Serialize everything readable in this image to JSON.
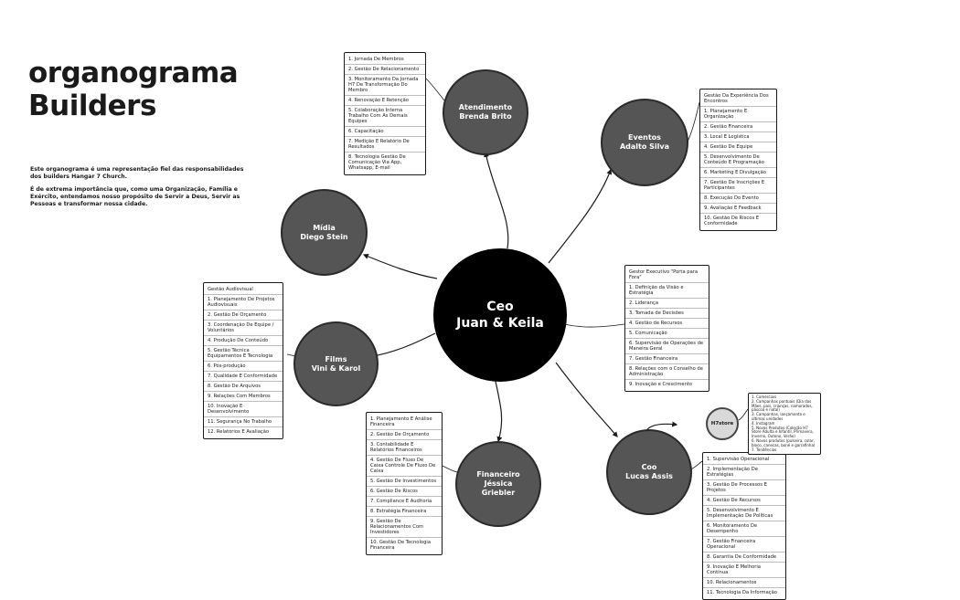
{
  "title": [
    "organograma",
    "Builders"
  ],
  "description": [
    "Este organograma é uma representação fiel das responsabilidades dos builders Hangar 7 Church.",
    "É de extrema importância que, como uma Organização, Família e Exército, entendamos nosso propósito de Servir a Deus, Servir as Pessoas e transformar nossa cidade."
  ],
  "nodes": {
    "ceo": [
      "Ceo",
      "Juan & Keila"
    ],
    "atendimento": [
      "Atendimento",
      "Brenda Brito"
    ],
    "eventos": [
      "Eventos",
      "Adalto Silva"
    ],
    "midia": [
      "Mídia",
      "Diego Stein"
    ],
    "films": [
      "Films",
      "Vini & Karol"
    ],
    "financeiro": [
      "Financeiro",
      "Jéssica",
      "Griebler"
    ],
    "coo": [
      "Coo",
      "Lucas Assis"
    ],
    "h7store": "H7store"
  },
  "lists": {
    "atendimento": [
      "1. Jornada De Membros",
      "2. Gestão De Relacionamento",
      "3. Monitoramento Da Jornada H7 De Transformação Do Membro",
      "4. Renovação E Retenção",
      "5. Colaboração Interna Trabalho Com As Demais Equipes",
      "6. Capacitação",
      "7. Medição E Relatório De Resultados",
      "8. Tecnologia Gestão De Comunicação Via App, Whatsapp, E-mail"
    ],
    "eventos_header": "Gestão Da Experiência Dos Encontros",
    "eventos": [
      "1. Planejamento E Organização",
      "2. Gestão Financeira",
      "3. Local E Logística",
      "4. Gestão De Equipe",
      "5. Desenvolvimento De Conteúdo E Programação",
      "6. Marketing E Divulgação",
      "7. Gestão De Inscrições E Participantes",
      "8. Execução Do Evento",
      "9. Avaliação E Feedback",
      "10. Gestão De Riscos E Conformidade"
    ],
    "ceo_header": "Gestor Executivo \"Porta para Fora\"",
    "ceo": [
      "1. Definição da Visão e Estratégia",
      "2. Liderança",
      "3. Tomada de Decisões",
      "4. Gestão de Recursos",
      "5. Comunicação",
      "6. Supervisão de Operações de Maneira Geral",
      "7. Gestão Financeira",
      "8. Relações com o Conselho de Administração",
      "9. Inovação e Crescimento"
    ],
    "films_header": "Gestão Audiovisual",
    "films": [
      "1. Planejamento De Projetos Audiovisuais",
      "2. Gestão De Orçamento",
      "3. Coordenação De Equipe / Voluntários",
      "4. Produção De Conteúdo",
      "5. Gestão Técnica Equipamentos E Tecnologia",
      "6. Pós-produção",
      "7. Qualidade E Conformidade",
      "8. Gestão De Arquivos",
      "9. Relações Com Membros",
      "10. Inovação E Desenvolvimento",
      "11. Segurança No Trabalho",
      "12. Relatórios E Avaliação"
    ],
    "financeiro": [
      "1. Planejamento E Análise Financeira",
      "2. Gestão De Orçamento",
      "3. Contabilidade E Relatórios Financeiros",
      "4. Gestão De Fluxo De Caixa Controle De Fluxo De Caixa",
      "5. Gestão De Investimentos",
      "6. Gestão De Riscos",
      "7. Compliance E Auditoria",
      "8. Estratégia Financeira",
      "9. Gestão De Relacionamentos Com Investidores",
      "10. Gestão De Tecnologia Financeira"
    ],
    "coo": [
      "1. Supervisão Operacional",
      "2. Implementação De Estratégias",
      "3. Gestão De Processos E Projetos",
      "4. Gestão De Recursos",
      "5. Desenvolvimento E Implementação De Políticas",
      "6. Monitoramento De Desempenho",
      "7. Gestão Financeira Operacional",
      "8. Garantia De Conformidade",
      "9. Inovação E Melhoria Contínua",
      "10. Relacionamentos",
      "11. Tecnologia Da Informação"
    ],
    "h7store": [
      "1. Comerciais",
      "2. Campanhas pontuais (Dia das Mães, pais, crianças, namorados, páscoa e natal)",
      "3. Campanhas, lançamento e últimas unidades",
      "4. Instagram",
      "5. Novos Produtos (Coleção H7 Store Adulta e Infantil, Primavera, Inverno, Outono, Verão)",
      "6. Novos produtos (pulseira, colar, bloco, canecas, boné e garrafinha)",
      "7. Tendências"
    ]
  }
}
